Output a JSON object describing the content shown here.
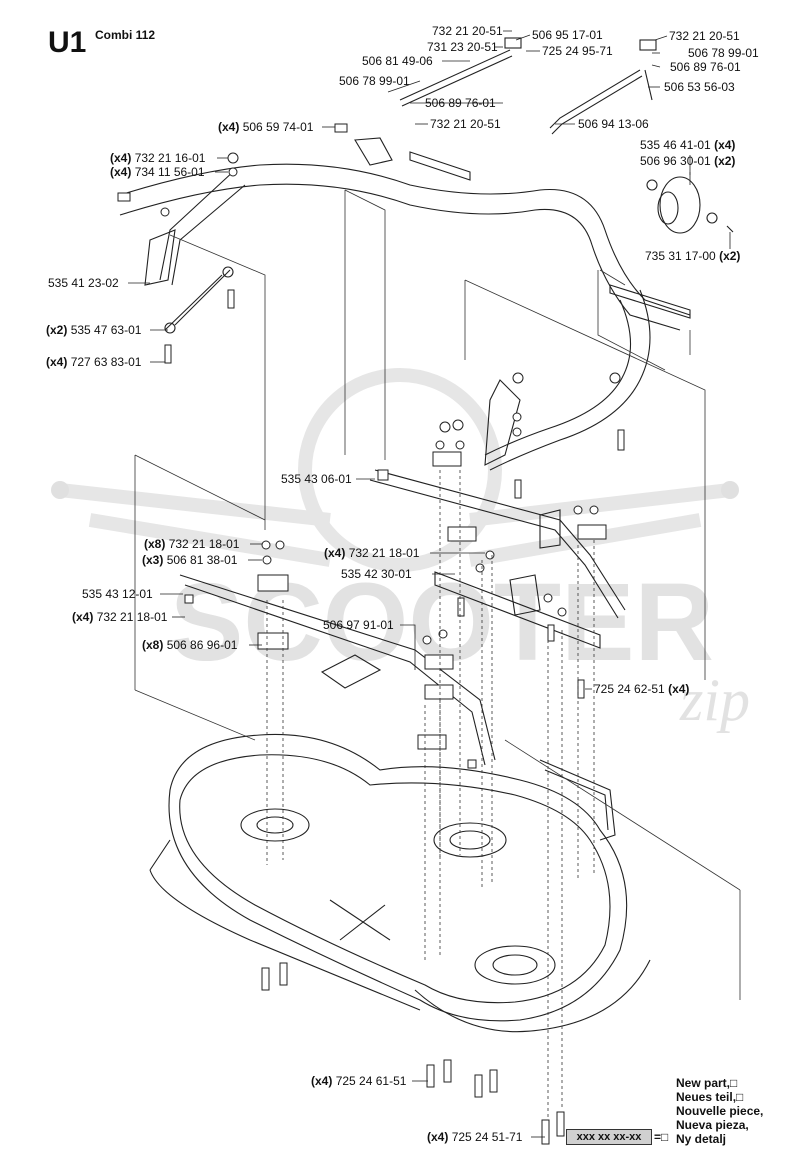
{
  "page": {
    "code": "U1",
    "model": "Combi 112"
  },
  "watermark": {
    "text": "SCOOTER",
    "suffix": "zip"
  },
  "labels": [
    {
      "id": "l1",
      "qty": "",
      "part": "732 21 20-51"
    },
    {
      "id": "l2",
      "qty": "",
      "part": "731 23 20-51"
    },
    {
      "id": "l3",
      "qty": "",
      "part": "506 81 49-06"
    },
    {
      "id": "l4",
      "qty": "",
      "part": "506 78 99-01"
    },
    {
      "id": "l5",
      "qty": "",
      "part": "506 95 17-01"
    },
    {
      "id": "l6",
      "qty": "",
      "part": "725 24 95-71"
    },
    {
      "id": "l7",
      "qty": "",
      "part": "506 89 76-01"
    },
    {
      "id": "l8",
      "qty": "",
      "part": "732 21 20-51"
    },
    {
      "id": "l9",
      "qty": "",
      "part": "732 21 20-51"
    },
    {
      "id": "l10",
      "qty": "",
      "part": "506 78 99-01"
    },
    {
      "id": "l11",
      "qty": "",
      "part": "506 89 76-01"
    },
    {
      "id": "l12",
      "qty": "",
      "part": "506 53 56-03"
    },
    {
      "id": "l13",
      "qty": "",
      "part": "506 94 13-06"
    },
    {
      "id": "l14",
      "qty": "(x4)",
      "part": "506 59 74-01"
    },
    {
      "id": "l15",
      "qty": "(x4)",
      "part": "732 21 16-01"
    },
    {
      "id": "l16",
      "qty": "(x4)",
      "part": "734 11 56-01"
    },
    {
      "id": "l17",
      "qty": "",
      "part": "535 46 41-01",
      "qty_after": "(x4)"
    },
    {
      "id": "l18",
      "qty": "",
      "part": "506 96 30-01",
      "qty_after": "(x2)"
    },
    {
      "id": "l19",
      "qty": "",
      "part": "735 31 17-00",
      "qty_after": "(x2)"
    },
    {
      "id": "l20",
      "qty": "",
      "part": "535 41 23-02"
    },
    {
      "id": "l21",
      "qty": "(x2)",
      "part": "535 47 63-01"
    },
    {
      "id": "l22",
      "qty": "(x4)",
      "part": "727 63 83-01"
    },
    {
      "id": "l23",
      "qty": "",
      "part": "535 43 06-01"
    },
    {
      "id": "l24",
      "qty": "(x8)",
      "part": "732 21 18-01"
    },
    {
      "id": "l25",
      "qty": "(x3)",
      "part": "506 81 38-01"
    },
    {
      "id": "l26",
      "qty": "(x4)",
      "part": "732 21 18-01"
    },
    {
      "id": "l27",
      "qty": "",
      "part": "535 42 30-01"
    },
    {
      "id": "l28",
      "qty": "",
      "part": "535 43 12-01"
    },
    {
      "id": "l29",
      "qty": "(x4)",
      "part": "732 21 18-01"
    },
    {
      "id": "l30",
      "qty": "",
      "part": "506 97 91-01"
    },
    {
      "id": "l31",
      "qty": "(x8)",
      "part": "506 86 96-01"
    },
    {
      "id": "l32",
      "qty": "",
      "part": "725 24 62-51",
      "qty_after": "(x4)"
    },
    {
      "id": "l33",
      "qty": "(x4)",
      "part": "725 24 61-51"
    },
    {
      "id": "l34",
      "qty": "(x4)",
      "part": "725 24 51-71"
    }
  ],
  "legend": {
    "lines": [
      "New part,□",
      "Neues teil,□",
      "Nouvelle piece,",
      "Nueva pieza,",
      "Ny detalj"
    ],
    "box_text": "xxx xx xx-xx",
    "equals": "=□"
  }
}
